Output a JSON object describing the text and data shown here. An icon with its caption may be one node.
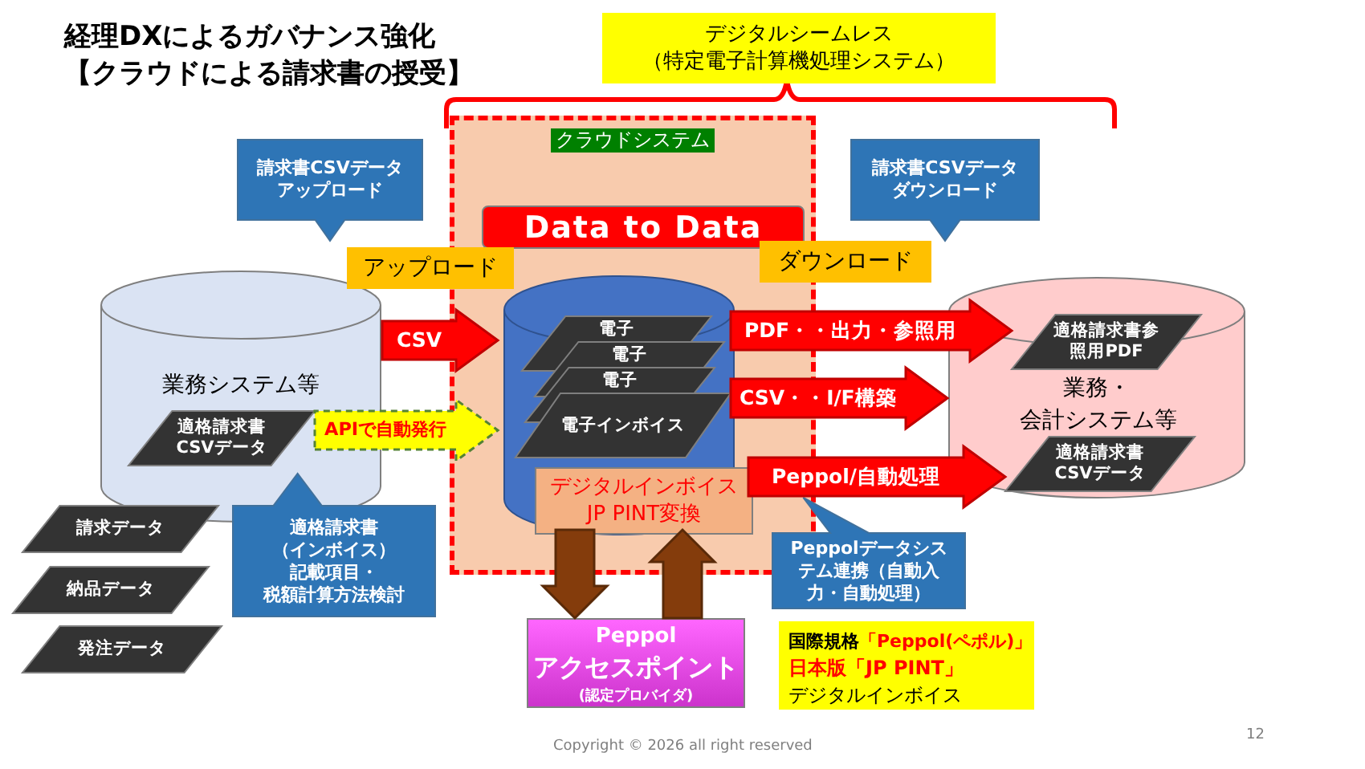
{
  "diagram": {
    "title": "経理DXによるガバナンス強化【クラウドによる請求書の授受】",
    "nodes": [
      {
        "text": [
          "デジタルシームレス（特定電子計算機処理システム）"
        ]
      },
      {
        "text": [
          "クラウドシステム"
        ]
      },
      {
        "text": [
          "Data to Data"
        ],
        "in": 1
      },
      {
        "text": [],
        "shape": "cylinder",
        "in": 1
      },
      {
        "text": [
          "電子"
        ],
        "in": 3
      },
      {
        "text": [
          "電子"
        ],
        "in": 3
      },
      {
        "text": [
          "電子"
        ],
        "in": 3
      },
      {
        "text": [
          "電子インボイス"
        ],
        "in": 3
      },
      {
        "text": [
          "デジタルインボイスJP PINT変換"
        ],
        "in": 1
      },
      {
        "text": [
          "業務システム等"
        ]
      },
      {
        "text": [
          "適格請求書CSVデータ"
        ],
        "in": 9
      },
      {
        "text": [
          "業務・会計システム等"
        ]
      },
      {
        "text": [
          "適格請求書参照用PDF"
        ],
        "in": 11
      },
      {
        "text": [
          "適格請求書CSVデータ"
        ],
        "in": 11
      },
      {
        "text": [
          "アップロード"
        ]
      },
      {
        "text": [
          "ダウンロード"
        ]
      },
      {
        "text": [
          "請求書CSVデータアップロード"
        ]
      },
      {
        "text": [
          "請求書CSVデータダウンロード"
        ]
      },
      {
        "text": [
          "適格請求書（インボイス）記載項目・税額計算方法検討"
        ]
      },
      {
        "text": [
          "Peppolデータシステム連携（自動入力・自動処理）"
        ]
      },
      {
        "text": [
          "請求データ"
        ]
      },
      {
        "text": [
          "納品データ"
        ]
      },
      {
        "text": [
          "発注データ"
        ]
      },
      {
        "text": [
          "Peppol",
          "アクセスポイント",
          "(認定プロバイダ)"
        ]
      },
      {
        "text": [
          "国際規格",
          "「Peppol(ペポル)」",
          "日本版「JP PINT」",
          "デジタルインボイス"
        ]
      }
    ],
    "edges": [
      {
        "from": 9,
        "to": 3,
        "arrow": "to",
        "label": "CSV"
      },
      {
        "from": 10,
        "to": 3,
        "arrow": "to",
        "label": "APIで自動発行",
        "style": "dashed",
        "color": "#ffff00"
      },
      {
        "from": 3,
        "to": 12,
        "arrow": "to",
        "label": "PDF・・出力・参照用"
      },
      {
        "from": 3,
        "to": 11,
        "arrow": "to",
        "label": "CSV・・I/F構築"
      },
      {
        "from": 8,
        "to": 13,
        "arrow": "to",
        "label": "Peppol/自動処理"
      },
      {
        "from": 8,
        "to": 23,
        "arrow": "to",
        "color": "#843c0c"
      },
      {
        "from": 23,
        "to": 8,
        "arrow": "to",
        "color": "#843c0c"
      }
    ],
    "labels": [
      "Copyright © 2026 all right reserved",
      "12"
    ]
  }
}
